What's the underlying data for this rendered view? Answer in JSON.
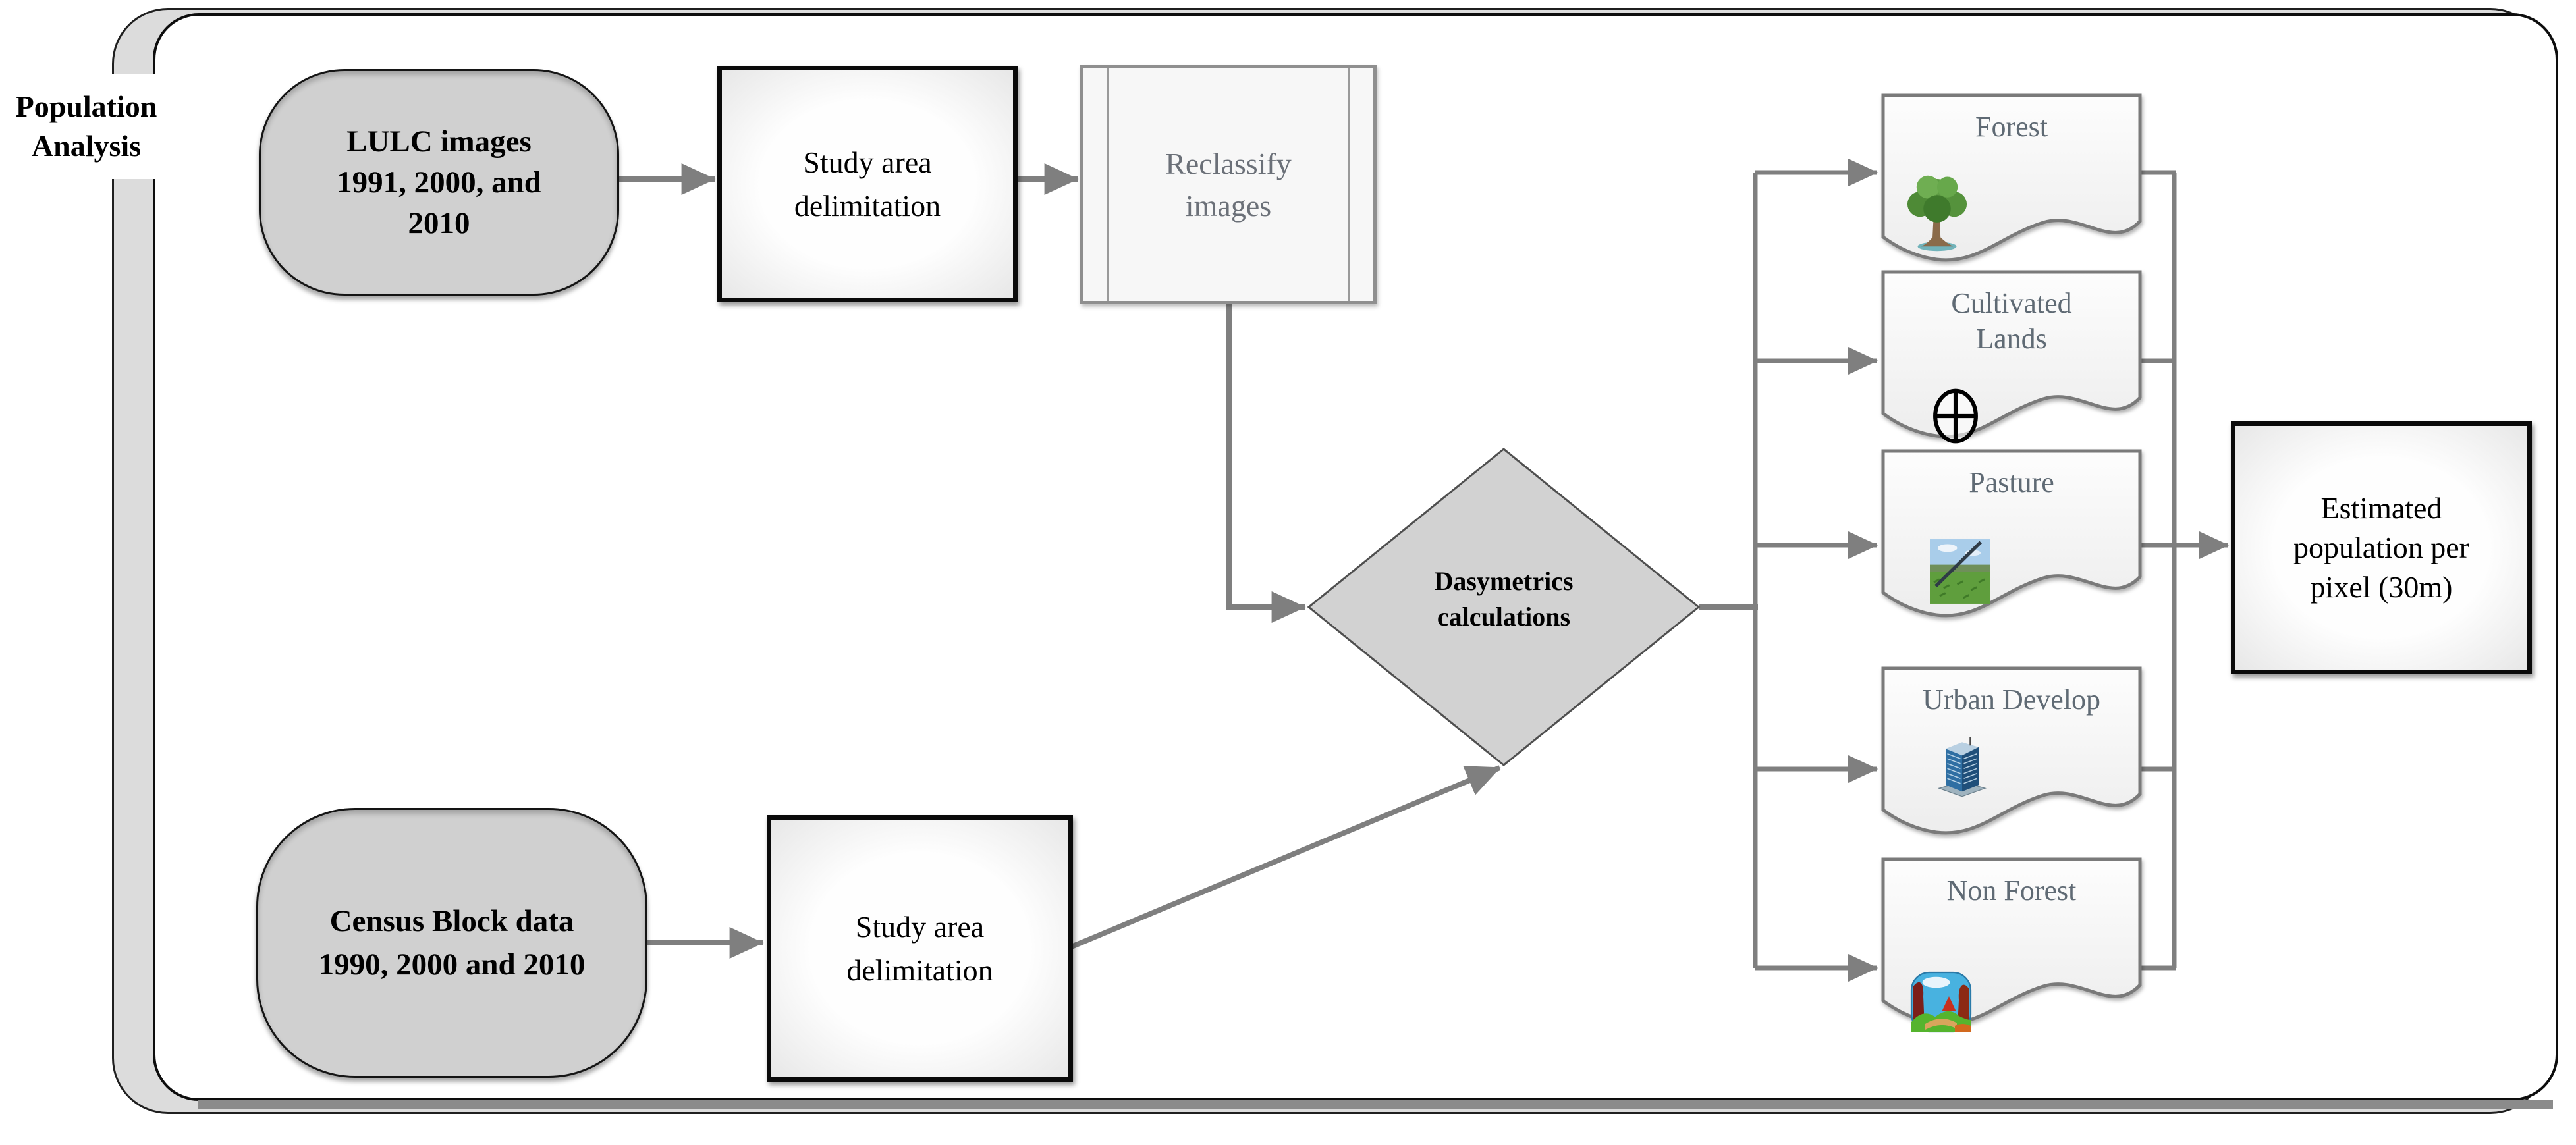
{
  "frame": {
    "title_line1": "Population",
    "title_line2": "Analysis"
  },
  "nodes": {
    "lulc": {
      "line1": "LULC images",
      "line2": "1991, 2000, and",
      "line3": "2010"
    },
    "study_area_1": {
      "line1": "Study area",
      "line2": "delimitation"
    },
    "reclassify": {
      "line1": "Reclassify",
      "line2": "images"
    },
    "dasymetrics": {
      "line1": "Dasymetrics",
      "line2": "calculations"
    },
    "census": {
      "line1": "Census Block data",
      "line2": "1990, 2000 and 2010"
    },
    "study_area_2": {
      "line1": "Study area",
      "line2": "delimitation"
    },
    "estimated": {
      "line1": "Estimated",
      "line2": "population per",
      "line3": "pixel (30m)"
    }
  },
  "categories": [
    {
      "label": "Forest",
      "label2": "",
      "icon": "tree-icon"
    },
    {
      "label": "Cultivated",
      "label2": "Lands",
      "icon": "crossed-circle-icon"
    },
    {
      "label": "Pasture",
      "label2": "",
      "icon": "pasture-photo-icon"
    },
    {
      "label": "Urban Develop",
      "label2": "",
      "icon": "building-icon"
    },
    {
      "label": "Non Forest",
      "label2": "",
      "icon": "landscape-icon"
    }
  ],
  "colors": {
    "arrow": "#7f7f7f",
    "shape_fill_gray": "#d0d0d0",
    "doc_text": "#5f6a74",
    "border_dark": "#0d0d0d",
    "frame_band": "#dcdcdc"
  }
}
